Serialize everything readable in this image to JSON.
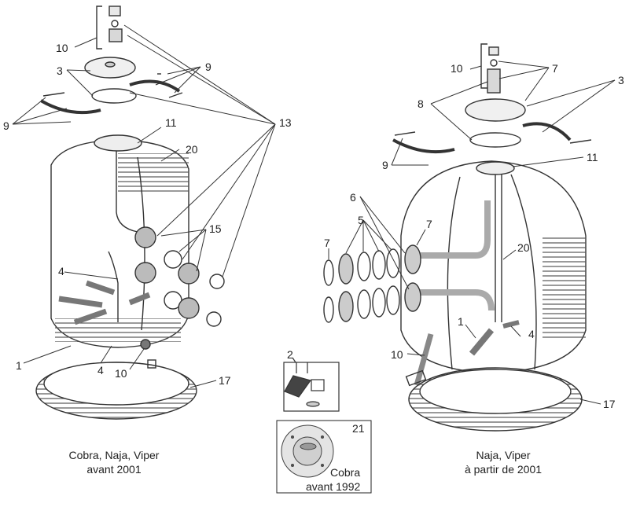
{
  "left_filter": {
    "caption_line1": "Cobra, Naja, Viper",
    "caption_line2": "avant 2001",
    "callouts": [
      "10",
      "3",
      "9",
      "9",
      "11",
      "20",
      "15",
      "4",
      "1",
      "4",
      "10",
      "17",
      "13"
    ]
  },
  "right_filter": {
    "caption_line1": "Naja, Viper",
    "caption_line2": "à partir de 2001",
    "callouts": [
      "10",
      "7",
      "8",
      "3",
      "9",
      "11",
      "6",
      "5",
      "7",
      "7",
      "20",
      "1",
      "4",
      "10",
      "17"
    ]
  },
  "inset_2": {
    "number": "2"
  },
  "inset_21": {
    "number": "21",
    "label_line1": "Cobra",
    "label_line2": "avant 1992"
  }
}
